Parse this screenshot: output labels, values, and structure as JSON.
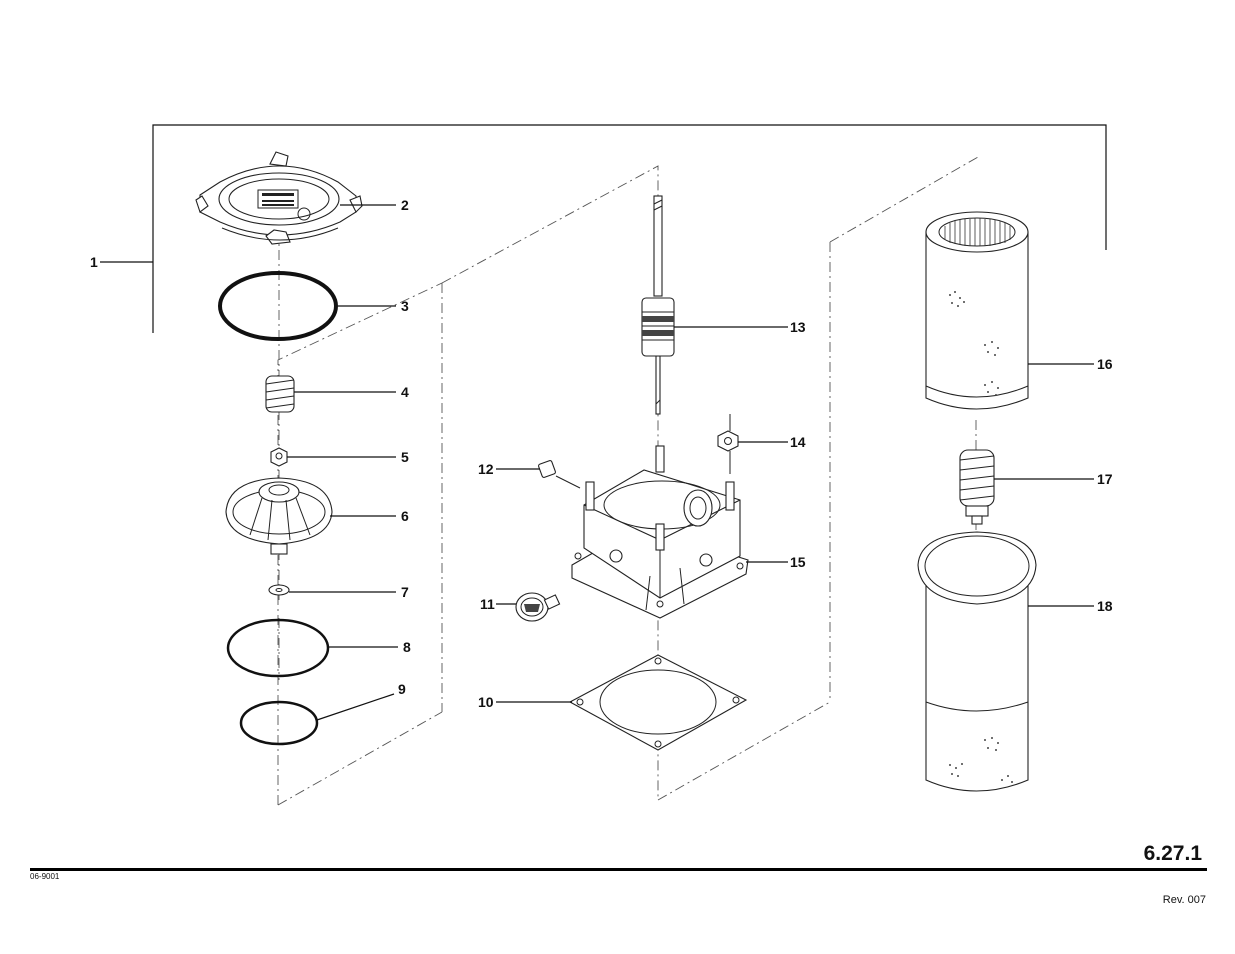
{
  "callouts": [
    "1",
    "2",
    "3",
    "4",
    "5",
    "6",
    "7",
    "8",
    "9",
    "10",
    "11",
    "12",
    "13",
    "14",
    "15",
    "16",
    "17",
    "18"
  ],
  "footer": {
    "page_number": "6.27.1",
    "document_code": "06-9001",
    "revision": "Rev. 007"
  }
}
